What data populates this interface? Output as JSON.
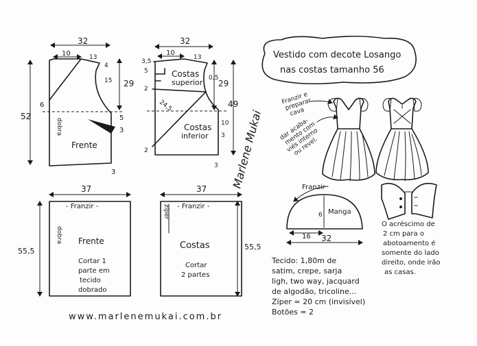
{
  "front_bodice": {
    "width": "32",
    "upper_width": "10",
    "neck_drop": "13",
    "shoulder_small": "4",
    "armhole_depth": "15",
    "armhole_height": "29",
    "total_length": "52",
    "side_height": "6",
    "fold_label": "dobra",
    "dart_width": "5",
    "right_a": "3",
    "right_b": "3",
    "piece_name": "Frente"
  },
  "back_bodice": {
    "width": "32",
    "upper_width": "10",
    "neck_top": "13",
    "top_left": "3,5",
    "left_a": "5",
    "left_b": "2",
    "left_c": "2",
    "upper_label_1": "Costas",
    "upper_label_2": "superior",
    "armhole": "0,5",
    "diag": "24,5",
    "height_right": "29",
    "total_right": "49",
    "lower_label_1": "Costas",
    "lower_label_2": "inferior",
    "right_mid": "10",
    "right_small": "3",
    "bottom": "3"
  },
  "title": {
    "line1": "Vestido com decote Losango",
    "line2": "nas costas tamanho 56"
  },
  "signature": "Marlene Mukai",
  "notes": {
    "gather": [
      "Franzir e",
      "preparar",
      "cava"
    ],
    "binding": [
      "dar acaba-",
      "mento com",
      "viés interno",
      "ou revel."
    ]
  },
  "sleeve": {
    "label": "Franzir",
    "name": "Manga",
    "height": "6",
    "half": "16",
    "width": "32"
  },
  "skirt_front": {
    "width": "37",
    "franzir": "- Franzir -",
    "fold": "dobra",
    "height": "55,5",
    "title": "Frente",
    "cut_lines": [
      "Cortar 1",
      "parte em",
      "tecido",
      "dobrado"
    ]
  },
  "skirt_back": {
    "width": "37",
    "franzir": "- Franzir -",
    "zip": "zíper",
    "height": "55,5",
    "title": "Costas",
    "cut_lines": [
      "Cortar",
      "2 partes"
    ]
  },
  "materials": [
    "Tecido: 1,80m de",
    "satim, crepe, sarja",
    "ligh, two way, jacquard",
    "de algodão, tricoline...",
    "Zíper = 20 cm (invisível)",
    "Botões = 2"
  ],
  "extension_note": [
    "O acréscimo de",
    "2 cm para o",
    "abotoamento é",
    "somente do lado",
    "direito, onde irão",
    "as casas."
  ],
  "website": "www.marlenemukai.com.br"
}
